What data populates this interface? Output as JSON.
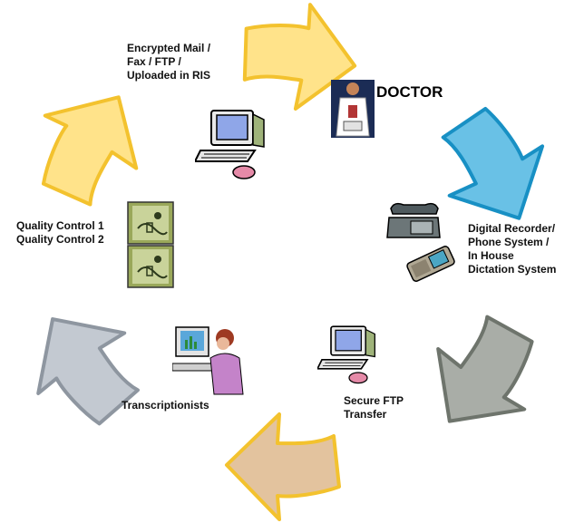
{
  "nodes": {
    "encrypted_mail": {
      "lines": [
        "Encrypted Mail /",
        "Fax / FTP /",
        "Uploaded in RIS"
      ]
    },
    "doctor": {
      "title": "DOCTOR"
    },
    "digital_recorder": {
      "lines": [
        "Digital Recorder/",
        "Phone System /",
        "In House",
        "Dictation System"
      ]
    },
    "secure_ftp": {
      "lines": [
        "Secure FTP",
        "Transfer"
      ]
    },
    "transcriptionists": {
      "label": "Transcriptionists"
    },
    "quality_control": {
      "lines": [
        "Quality Control 1",
        "Quality Control 2"
      ]
    }
  },
  "arrow_colors": {
    "top_right": "#FFE38A",
    "right_upper": "#69C1E6",
    "right_lower": "#A9ADA7",
    "bottom": "#E3C39E",
    "left_lower": "#C3C9D1",
    "left_upper": "#FFE38A",
    "yellow_outline": "#F3C22E",
    "blue_outline": "#1890C4",
    "gray_outline": "#6E746C",
    "tan_outline": "#F3C22E",
    "bluegray_outline": "#8E96A0"
  },
  "icons": {
    "computer_top": "computer-icon",
    "doctor": "doctor-icon",
    "phone": "desk-phone-icon",
    "mobile": "mobile-phone-icon",
    "computer_ftp": "computer-icon",
    "transcriptionist": "person-at-computer-icon",
    "qc_1": "clipboard-icon",
    "qc_2": "clipboard-icon"
  }
}
